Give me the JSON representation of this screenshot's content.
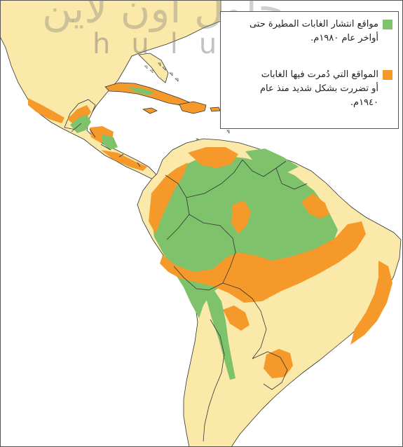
{
  "colors": {
    "sea": "#ffffff",
    "land": "#fbe9a9",
    "rainforest_1980": "#7ec26b",
    "destroyed_since_1940": "#f59a2a",
    "border": "#333333"
  },
  "legend": {
    "items": [
      {
        "color_key": "rainforest_1980",
        "line1": "مواقع انتشار الغابات المطيرة حتى",
        "line2": "أواخر عام ١٩٨٠م.",
        "line3": ""
      },
      {
        "color_key": "destroyed_since_1940",
        "line1": "المواقع التي دُمرت فيها الغابات",
        "line2": "أو تضررت بشكل شديد منذ عام",
        "line3": "١٩٤٠م."
      }
    ]
  },
  "watermark": {
    "arabic": "حلول اون لاين",
    "latin": "hulul.online"
  }
}
